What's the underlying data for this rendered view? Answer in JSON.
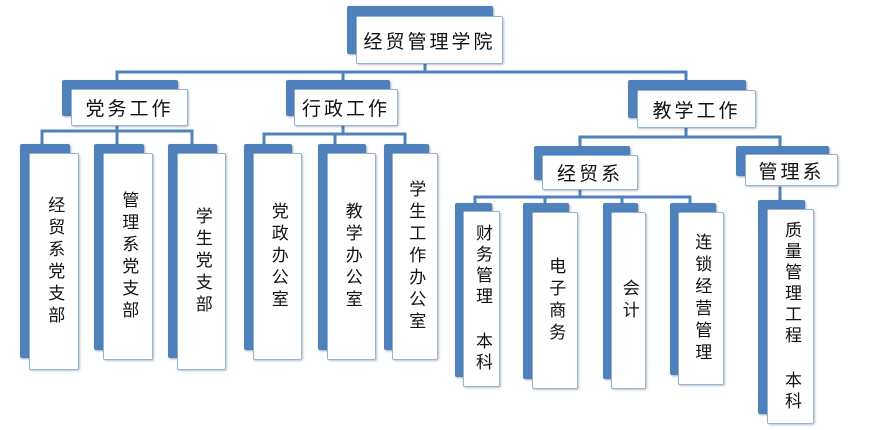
{
  "colors": {
    "line": "#4f81bd",
    "box_back": "#4f81bd",
    "box_front": "#ffffff",
    "box_border": "#95b3d7"
  },
  "root": {
    "label": "经贸管理学院"
  },
  "branches": [
    {
      "label": "党务工作",
      "children": [
        "经贸系党支部",
        "管理系党支部",
        "学生党支部"
      ]
    },
    {
      "label": "行政工作",
      "children": [
        "党政办公室",
        "教学办公室",
        "学生工作办公室"
      ]
    },
    {
      "label": "教学工作",
      "departments": [
        {
          "label": "经贸系",
          "majors": [
            "财务管理 本科",
            "电子商务",
            "会计",
            "连锁经营管理"
          ]
        },
        {
          "label": "管理系",
          "majors": [
            "质量管理工程 本科"
          ]
        }
      ]
    }
  ]
}
